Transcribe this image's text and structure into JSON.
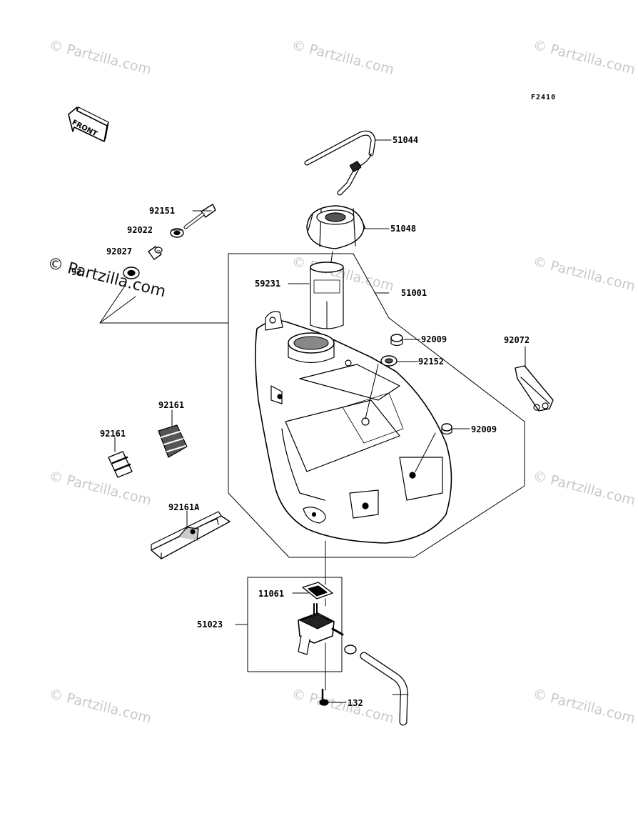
{
  "diagram": {
    "code": "F2410",
    "front_label": "FRONT",
    "watermark": "© Partzilla.com",
    "parts": {
      "p51044": "51044",
      "p51048": "51048",
      "p92151": "92151",
      "p92022": "92022",
      "p92027": "92027",
      "p92xxx": "92",
      "p59231": "59231",
      "p51001": "51001",
      "p92009a": "92009",
      "p92152": "92152",
      "p92072": "92072",
      "p92009b": "92009",
      "p92161a": "92161",
      "p92161b": "92161",
      "p92161A": "92161A",
      "p11061": "11061",
      "p51023": "51023",
      "p132": "132"
    }
  }
}
